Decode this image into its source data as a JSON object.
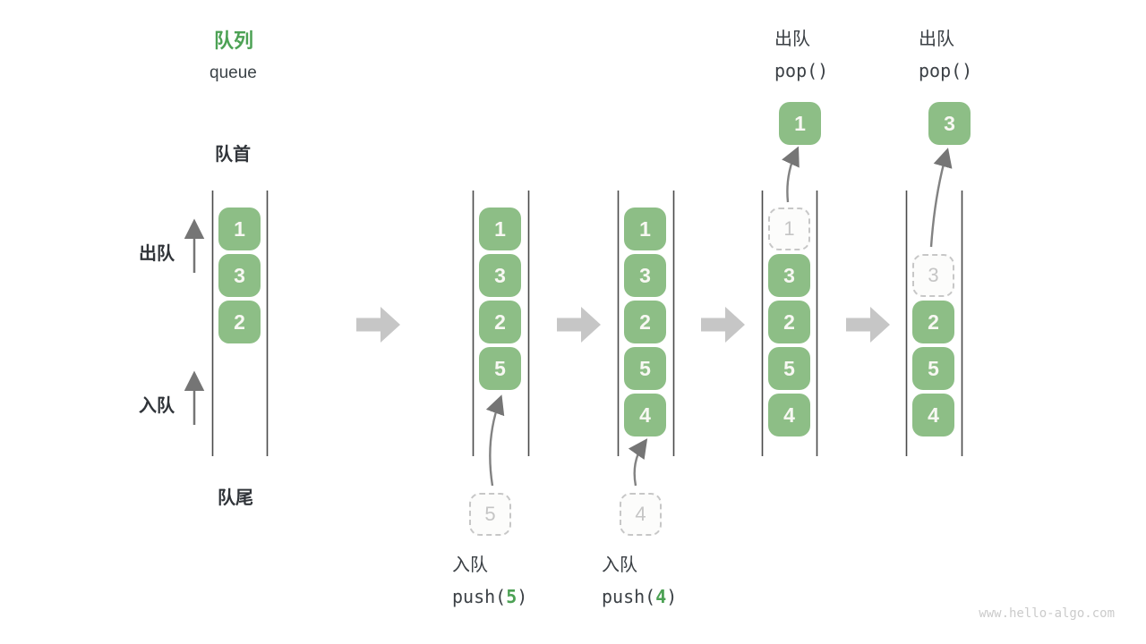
{
  "title": {
    "zh": "队列",
    "en": "queue"
  },
  "side_labels": {
    "front": "队首",
    "rear": "队尾",
    "dequeue": "出队",
    "enqueue": "入队"
  },
  "states": [
    {
      "solid": [
        "1",
        "3",
        "2"
      ]
    },
    {
      "solid": [
        "1",
        "3",
        "2",
        "5"
      ],
      "incoming": "5"
    },
    {
      "solid": [
        "1",
        "3",
        "2",
        "5",
        "4"
      ],
      "incoming": "4"
    },
    {
      "dashed": "1",
      "solid": [
        "3",
        "2",
        "5",
        "4"
      ],
      "popped": "1"
    },
    {
      "dashed": "3",
      "solid": [
        "2",
        "5",
        "4"
      ],
      "popped": "3"
    }
  ],
  "operations": {
    "push5": {
      "label": "入队",
      "fn_open": "push(",
      "arg": "5",
      "fn_close": ")"
    },
    "push4": {
      "label": "入队",
      "fn_open": "push(",
      "arg": "4",
      "fn_close": ")"
    },
    "pop1": {
      "label": "出队",
      "code": "pop()"
    },
    "pop2": {
      "label": "出队",
      "code": "pop()"
    }
  },
  "watermark": "www.hello-algo.com",
  "colors": {
    "box_green": "#8DBE86",
    "text_green": "#4CA154",
    "label_dark": "#3B4045",
    "muted_gray": "#C6C6C6",
    "wall_gray": "#4A4A4A",
    "arrow_gray": "#757575"
  }
}
